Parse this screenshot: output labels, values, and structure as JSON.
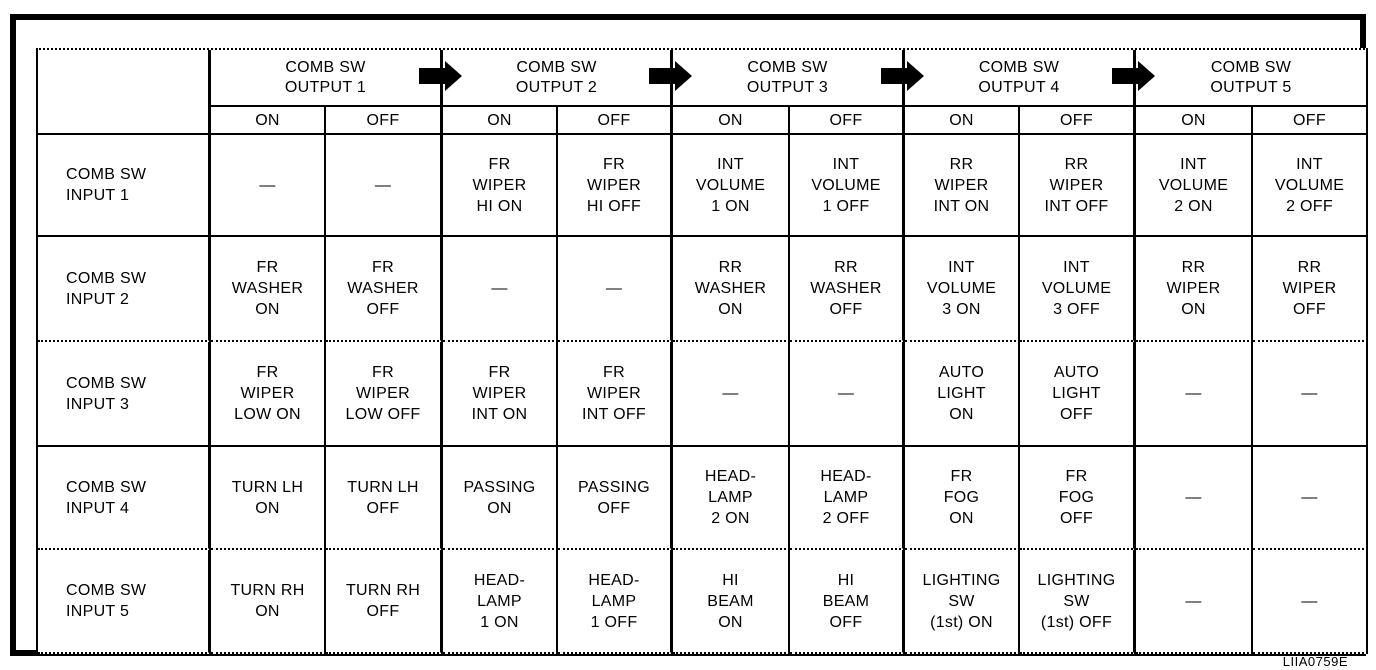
{
  "figure": {
    "code": "LIIA0759E"
  },
  "colors": {
    "ink": "#000000",
    "background": "#ffffff"
  },
  "icons": {
    "flow_arrow": "right-arrow"
  },
  "table": {
    "corner": "",
    "groups": [
      {
        "title": "COMB SW\nOUTPUT 1",
        "on": "ON",
        "off": "OFF"
      },
      {
        "title": "COMB SW\nOUTPUT 2",
        "on": "ON",
        "off": "OFF"
      },
      {
        "title": "COMB SW\nOUTPUT 3",
        "on": "ON",
        "off": "OFF"
      },
      {
        "title": "COMB SW\nOUTPUT 4",
        "on": "ON",
        "off": "OFF"
      },
      {
        "title": "COMB SW\nOUTPUT 5",
        "on": "ON",
        "off": "OFF"
      }
    ],
    "rows": [
      {
        "header": "COMB SW\nINPUT 1",
        "cells": [
          "—",
          "—",
          "FR\nWIPER\nHI ON",
          "FR\nWIPER\nHI OFF",
          "INT\nVOLUME\n1 ON",
          "INT\nVOLUME\n1 OFF",
          "RR\nWIPER\nINT ON",
          "RR\nWIPER\nINT OFF",
          "INT\nVOLUME\n2 ON",
          "INT\nVOLUME\n2 OFF"
        ]
      },
      {
        "header": "COMB SW\nINPUT 2",
        "cells": [
          "FR\nWASHER\nON",
          "FR\nWASHER\nOFF",
          "—",
          "—",
          "RR\nWASHER\nON",
          "RR\nWASHER\nOFF",
          "INT\nVOLUME\n3 ON",
          "INT\nVOLUME\n3 OFF",
          "RR\nWIPER\nON",
          "RR\nWIPER\nOFF"
        ]
      },
      {
        "header": "COMB SW\nINPUT 3",
        "cells": [
          "FR\nWIPER\nLOW ON",
          "FR\nWIPER\nLOW OFF",
          "FR\nWIPER\nINT ON",
          "FR\nWIPER\nINT OFF",
          "—",
          "—",
          "AUTO\nLIGHT\nON",
          "AUTO\nLIGHT\nOFF",
          "—",
          "—"
        ]
      },
      {
        "header": "COMB SW\nINPUT 4",
        "cells": [
          "TURN LH\nON",
          "TURN LH\nOFF",
          "PASSING\nON",
          "PASSING\nOFF",
          "HEAD-\nLAMP\n2 ON",
          "HEAD-\nLAMP\n2 OFF",
          "FR\nFOG\nON",
          "FR\nFOG\nOFF",
          "—",
          "—"
        ]
      },
      {
        "header": "COMB SW\nINPUT 5",
        "cells": [
          "TURN RH\nON",
          "TURN RH\nOFF",
          "HEAD-\nLAMP\n1 ON",
          "HEAD-\nLAMP\n1 OFF",
          "HI\nBEAM\nON",
          "HI\nBEAM\nOFF",
          "LIGHTING\nSW\n(1st) ON",
          "LIGHTING\nSW\n(1st) OFF",
          "—",
          "—"
        ]
      }
    ]
  }
}
